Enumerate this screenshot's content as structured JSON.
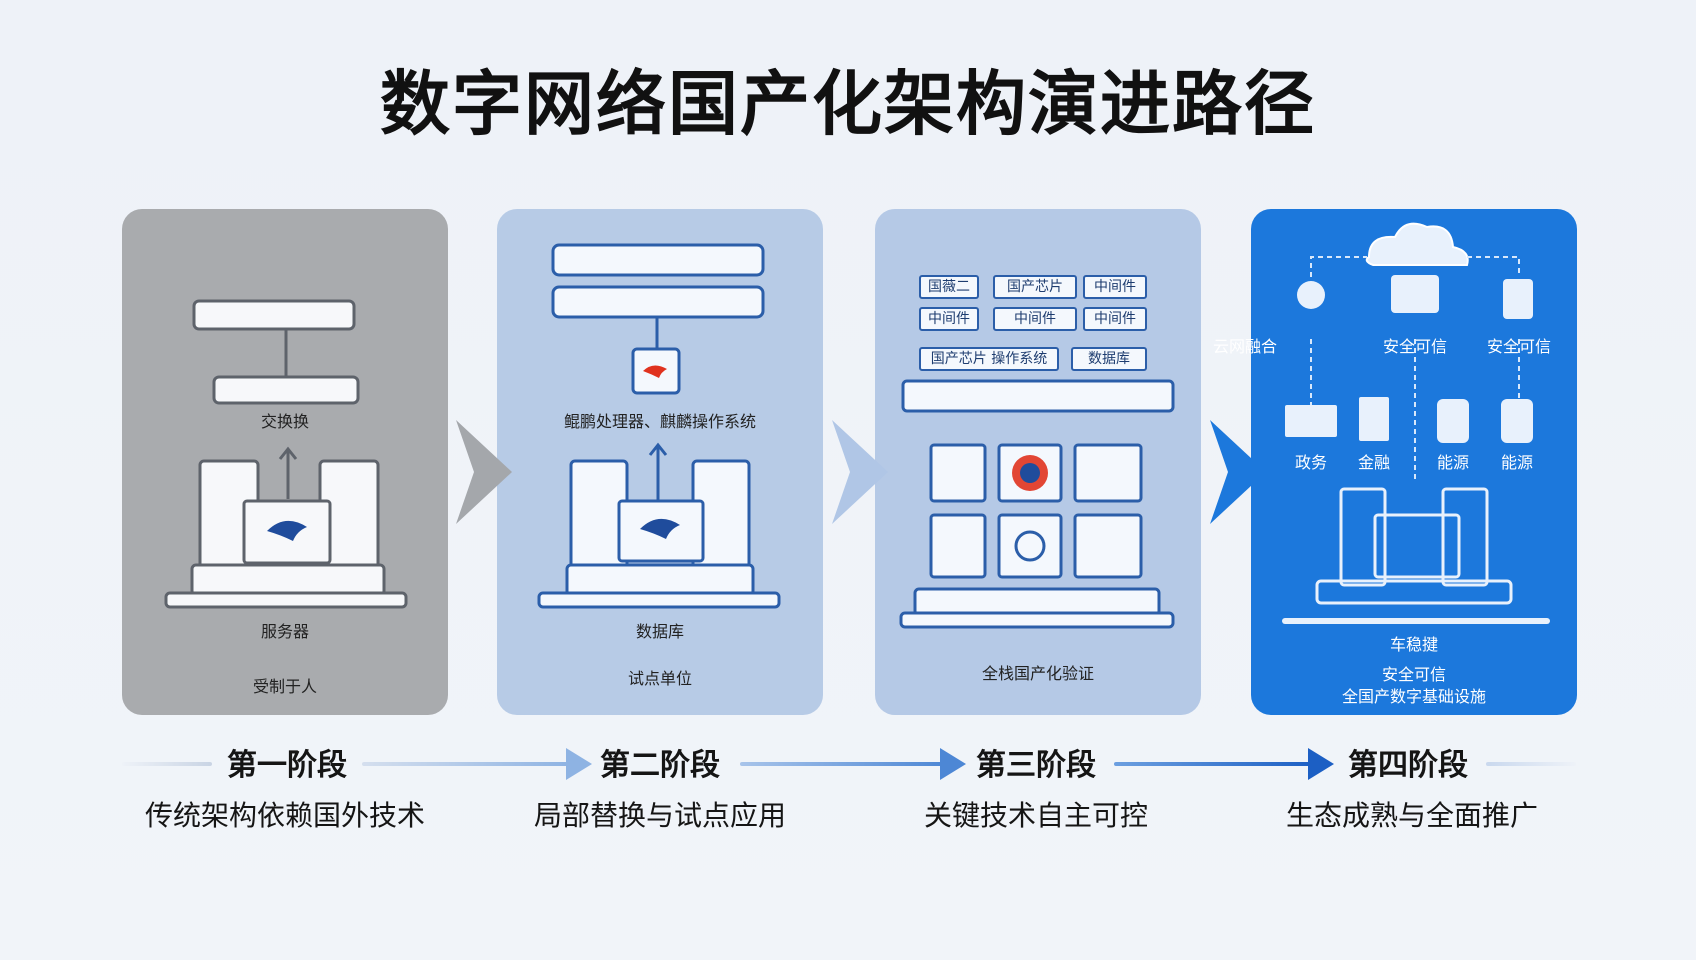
{
  "title": "数字网络国产化架构演进路径",
  "panels": {
    "p1": {
      "switch_label": "交换换",
      "server_label": "服务器",
      "caption": "受制于人"
    },
    "p2": {
      "chip_label": "鲲鹏处理器、麒麟操作系统",
      "db_label": "数据库",
      "caption": "试点单位"
    },
    "p3": {
      "tags": [
        "国薇二",
        "国产芯片",
        "中间件",
        "中间件",
        "中间件",
        "中间件",
        "国产芯片 操作系统",
        "数据库"
      ],
      "caption": "全栈国产化验证"
    },
    "p4": {
      "icons": [
        "云网融合",
        "安全可信",
        "安全可信",
        "政务",
        "金融",
        "能源",
        "能源"
      ],
      "label1": "车稳揵",
      "label2": "安全可信",
      "label3": "全国产数字基础设施"
    }
  },
  "timeline": {
    "stages": [
      {
        "name": "第一阶段",
        "desc": "传统架构依赖国外技术"
      },
      {
        "name": "第二阶段",
        "desc": "局部替换与试点应用"
      },
      {
        "name": "第三阶段",
        "desc": "关键技术自主可控"
      },
      {
        "name": "第四阶段",
        "desc": "生态成熟与全面推广"
      }
    ]
  },
  "colors": {
    "stage1_bg": "#a9abae",
    "stage2_bg": "#b7cbe6",
    "stage3_bg": "#b5c9e6",
    "stage4_bg": "#1c78dc",
    "device_blue": "#2b5ea9",
    "accent_red": "#e0321e"
  }
}
